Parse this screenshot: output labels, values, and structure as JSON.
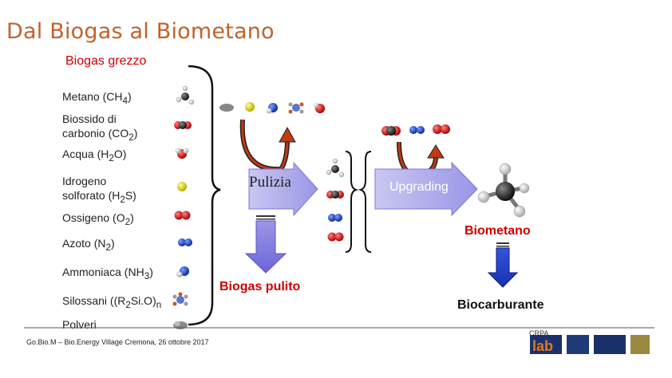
{
  "title": "Dal Biogas al Biometano",
  "raw_label": "Biogas grezzo",
  "components": [
    {
      "main": "Metano (CH",
      "sub": "4",
      "after": ")"
    },
    {
      "main": "Biossido di",
      "line2": "carbonio (CO",
      "sub": "2",
      "after": ")"
    },
    {
      "main": "Acqua (H",
      "sub": "2",
      "after": "O)"
    },
    {
      "main": "Idrogeno",
      "line2": "solforato (H",
      "sub": "2",
      "after": "S)"
    },
    {
      "main": "Ossigeno (O",
      "sub": "2",
      "after": ")"
    },
    {
      "main": "Azoto (N",
      "sub": "2",
      "after": ")"
    },
    {
      "main": "Ammoniaca (NH",
      "sub": "3",
      "after": ")"
    },
    {
      "main": "Silossani ((R",
      "sub": "2",
      "after": "Si.O)",
      "sub2": "n"
    },
    {
      "main": "Polveri"
    }
  ],
  "process1": "Pulizia",
  "process2": "Upgrading",
  "clean_label": "Biogas pulito",
  "product_label": "Biometano",
  "final_label": "Biocarburante",
  "footer": "Go.Bio.M – Bio.Energy Village Cremona, 26 ottobre 2017",
  "logo_text": "CRPA"
}
